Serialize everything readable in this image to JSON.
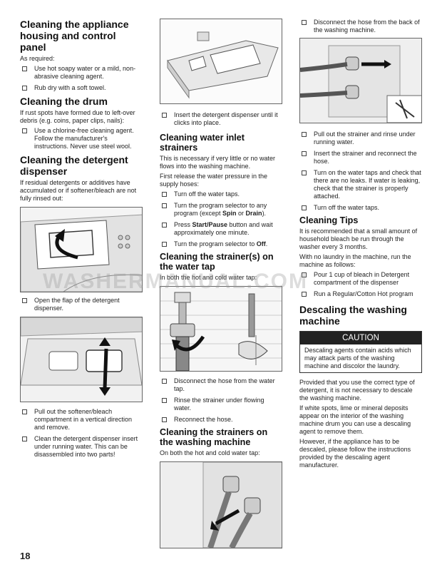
{
  "page_number": "18",
  "watermark": "WASHERMANUAL.COM",
  "col1": {
    "h1": "Cleaning the appliance housing and control panel",
    "as_required": "As required:",
    "housing_items": [
      "Use hot soapy water or a mild, non-abrasive cleaning agent.",
      "Rub dry with a soft towel."
    ],
    "h2": "Cleaning the drum",
    "drum_intro": "If rust spots have formed due to left-over debris (e.g. coins, paper clips, nails):",
    "drum_items": [
      "Use a chlorine-free cleaning agent. Follow the manufacturer's instructions. Never use steel wool."
    ],
    "h3": "Cleaning the detergent dispenser",
    "disp_intro": "If residual detergents or additives have accumulated or if softener/bleach are not fully rinsed out:",
    "step_open": "Open the flap of the detergent dispenser.",
    "steps_after": [
      "Pull out the softener/bleach compartment in a vertical direction and remove.",
      "Clean the detergent dispenser insert under running water. This can be disassembled into two parts!"
    ]
  },
  "col2": {
    "step_insert": "Insert the detergent dispenser until it clicks into place.",
    "h1": "Cleaning water inlet strainers",
    "intro1": "This is necessary if very little or no water flows into the washing machine.",
    "intro2": "First release the water pressure in the supply hoses:",
    "i1": "Turn off the water taps.",
    "i2a": "Turn the program selector to any program (except ",
    "i2b": "Spin",
    "i2c": " or ",
    "i2d": "Drain",
    "i2e": ").",
    "i3a": "Press ",
    "i3b": "Start/Pause",
    "i3c": " button and wait approximately one minute.",
    "i4a": "Turn the program selector to ",
    "i4b": "Off",
    "i4c": ".",
    "h2": "Cleaning the strainer(s) on the water tap",
    "tap_intro": "In both the hot and cold water tap:",
    "tap_items": [
      "Disconnect the hose from the water tap.",
      "Rinse the strainer under flowing water.",
      "Reconnect the hose."
    ],
    "h3": "Cleaning the strainers on the washing machine",
    "machine_intro": "On both the hot and cold water tap:"
  },
  "col3": {
    "step_disconnect": "Disconnect the hose from the back of the washing machine.",
    "items": [
      "Pull out the strainer and rinse under running water.",
      "Insert the strainer and reconnect the hose.",
      "Turn on the water taps and check that there are no leaks. If water is leaking, check that the strainer is properly attached.",
      "Turn off the water taps."
    ],
    "h1": "Cleaning Tips",
    "tips1": "It is recommended that a small amount of household bleach be run through the washer every 3 months.",
    "tips2": "With no laundry in the machine, run the machine as follows:",
    "tip_items": [
      "Pour 1 cup of bleach in Detergent compartment of the dispenser",
      "Run a Regular/Cotton Hot program"
    ],
    "h2": "Descaling the washing machine",
    "caution_title": "CAUTION",
    "caution_text": "Descaling agents contain acids which may attack parts of the washing machine and discolor the laundry.",
    "desc1": "Provided that you use the correct type of detergent, it is not necessary to descale the washing machine.",
    "desc2": "If white spots, lime or mineral deposits appear on the interior of the washing machine drum you can use a descaling agent to remove them.",
    "desc3": "However, if the appliance has to be descaled, please follow the instructions provided by the descaling agent manufacturer."
  }
}
